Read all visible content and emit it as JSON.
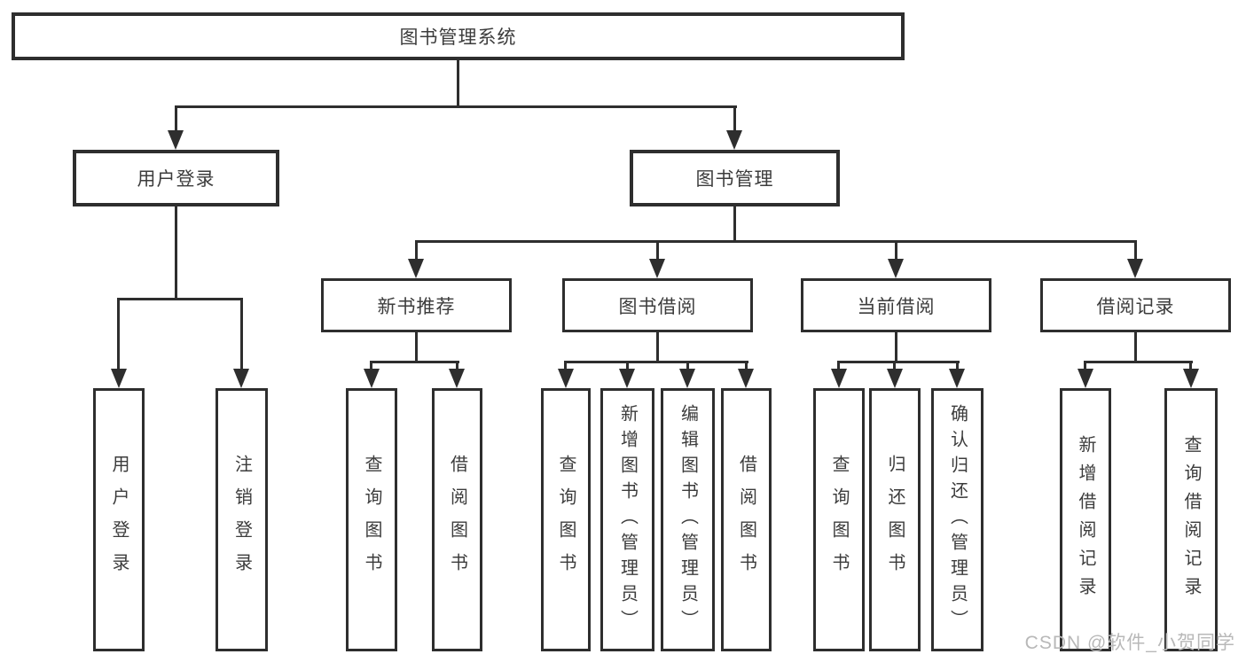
{
  "tree": {
    "root": "图书管理系统",
    "branches": [
      {
        "label": "用户登录",
        "children": [
          "用户登录",
          "注销登录"
        ]
      },
      {
        "label": "图书管理",
        "groups": [
          {
            "label": "新书推荐",
            "children": [
              "查询图书",
              "借阅图书"
            ]
          },
          {
            "label": "图书借阅",
            "children": [
              "查询图书",
              "新增图书（管理员）",
              "编辑图书（管理员）",
              "借阅图书"
            ]
          },
          {
            "label": "当前借阅",
            "children": [
              "查询图书",
              "归还图书",
              "确认归还（管理员）"
            ]
          },
          {
            "label": "借阅记录",
            "children": [
              "新增借阅记录",
              "查询借阅记录"
            ]
          }
        ]
      }
    ]
  },
  "watermark": "CSDN @软件_小贺同学",
  "colors": {
    "line": "#2e2e2e",
    "text": "#3c3c3c",
    "watermark": "#b8b8b8",
    "background": "#ffffff"
  }
}
